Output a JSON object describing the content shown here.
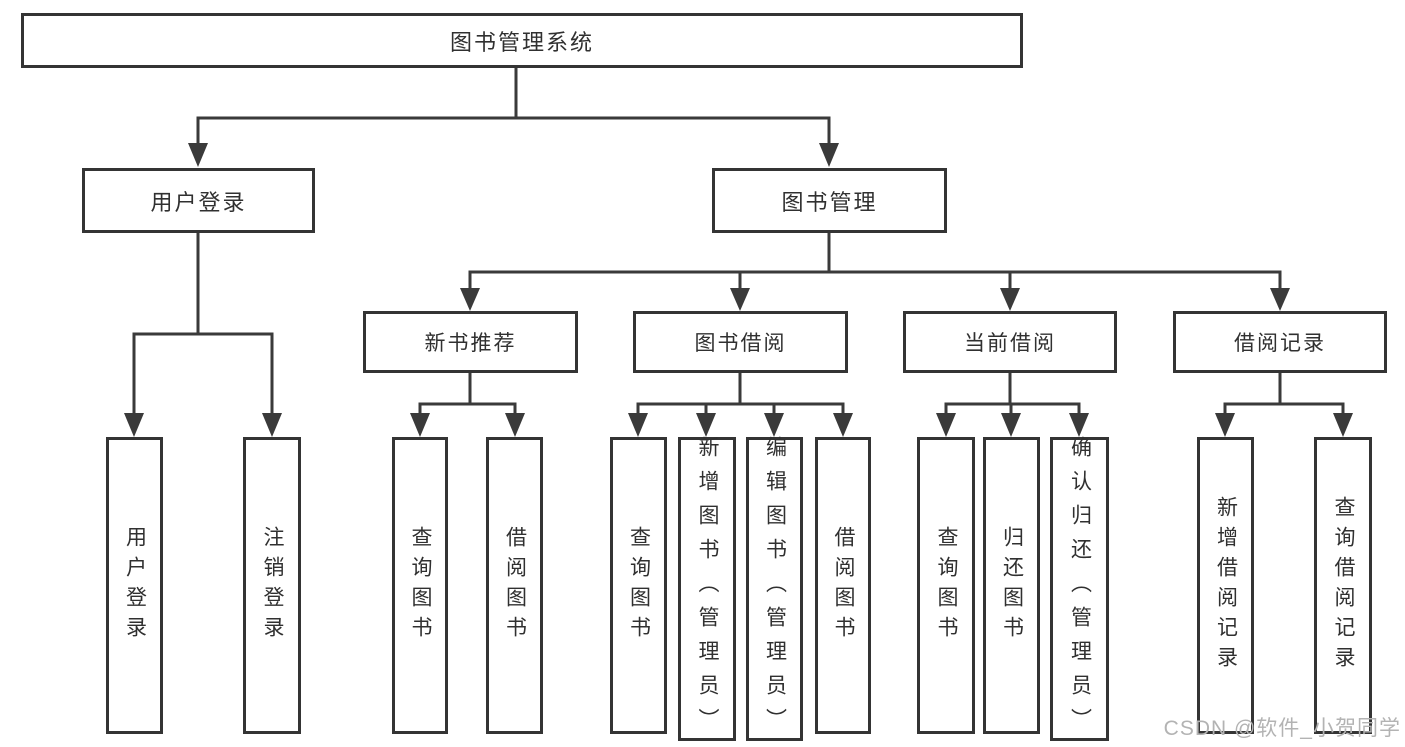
{
  "diagram": {
    "title": "图书管理系统",
    "branches": [
      {
        "label": "用户登录",
        "children": [
          {
            "label": "用户登录"
          },
          {
            "label": "注销登录"
          }
        ]
      },
      {
        "label": "图书管理",
        "children": [
          {
            "label": "新书推荐",
            "children": [
              {
                "label": "查询图书"
              },
              {
                "label": "借阅图书"
              }
            ]
          },
          {
            "label": "图书借阅",
            "children": [
              {
                "label": "查询图书"
              },
              {
                "label": "新增图书（管理员）"
              },
              {
                "label": "编辑图书（管理员）"
              },
              {
                "label": "借阅图书"
              }
            ]
          },
          {
            "label": "当前借阅",
            "children": [
              {
                "label": "查询图书"
              },
              {
                "label": "归还图书"
              },
              {
                "label": "确认归还（管理员）"
              }
            ]
          },
          {
            "label": "借阅记录",
            "children": [
              {
                "label": "新增借阅记录"
              },
              {
                "label": "查询借阅记录"
              }
            ]
          }
        ]
      }
    ]
  },
  "watermark": "CSDN @软件_小贺同学",
  "colors": {
    "line": "#3a3a3a",
    "box_border": "#343434",
    "text": "#303030",
    "watermark": "#b3b3b3",
    "background": "#ffffff"
  }
}
